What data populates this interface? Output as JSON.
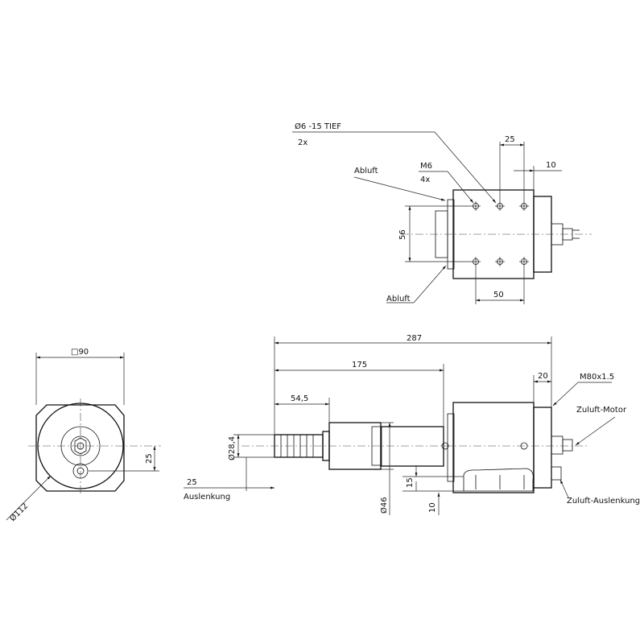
{
  "dimensions": {
    "hole": "Ø6 -15 TIEF",
    "hole_count": "2x",
    "thread": "M6",
    "thread_count": "4x",
    "top_25": "25",
    "top_10": "10",
    "top_56": "56",
    "top_50": "50",
    "len_287": "287",
    "len_175": "175",
    "len_54_5": "54,5",
    "len_20": "20",
    "thread_main": "M80x1.5",
    "dia_28_4": "Ø28,4",
    "dia_46": "Ø46",
    "front_square": "□90",
    "front_dia": "Ø112",
    "front_25": "25",
    "side_15": "15",
    "side_10": "10",
    "defl_25": "25"
  },
  "labels": {
    "abluft_top": "Abluft",
    "abluft_bottom": "Abluft",
    "zuluft_motor": "Zuluft-Motor",
    "zuluft_auslenkung": "Zuluft-Auslenkung",
    "auslenkung": "Auslenkung"
  }
}
